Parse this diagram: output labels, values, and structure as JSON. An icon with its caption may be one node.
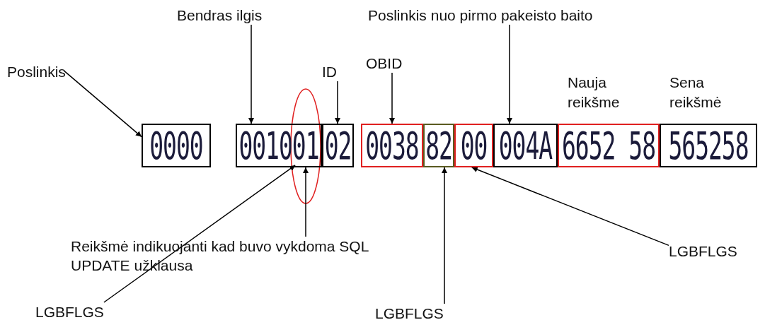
{
  "diagram": {
    "nodes": [
      {
        "text": [
          "Poslinkis"
        ]
      },
      {
        "text": [
          "Bendras ilgis"
        ]
      },
      {
        "text": [
          "Poslinkis nuo pirmo pakeisto baito"
        ]
      },
      {
        "text": [
          "ID"
        ]
      },
      {
        "text": [
          "OBID"
        ]
      },
      {
        "text": [
          "0000"
        ]
      },
      {
        "text": [
          "0010",
          "01"
        ]
      },
      {
        "text": [
          "02"
        ]
      },
      {
        "text": [
          "0038"
        ]
      },
      {
        "text": [
          "82"
        ]
      },
      {
        "text": [
          "00"
        ]
      },
      {
        "text": [
          "004A"
        ]
      },
      {
        "text": [
          "Nauja reikšme",
          "6652 58"
        ]
      },
      {
        "text": [
          "Sena reikšmė",
          "565258"
        ]
      },
      {
        "text": [
          "Reikšmė indikuojanti kad buvo vykdoma SQL UPDATE užklausa"
        ]
      },
      {
        "text": [
          "LGBFLGS"
        ]
      },
      {
        "text": [
          "LGBFLGS"
        ]
      },
      {
        "text": [
          "LGBFLGS"
        ]
      }
    ],
    "edges": [
      {
        "from": 0,
        "to": 5,
        "arrow": "to"
      },
      {
        "from": 1,
        "to": 6,
        "arrow": "to"
      },
      {
        "from": 2,
        "to": 11,
        "arrow": "to"
      },
      {
        "from": 3,
        "to": 7,
        "arrow": "to"
      },
      {
        "from": 4,
        "to": 8,
        "arrow": "to"
      },
      {
        "from": 14,
        "to": 6,
        "arrow": "to"
      },
      {
        "from": 15,
        "to": 6,
        "arrow": "to"
      },
      {
        "from": 16,
        "to": 9,
        "arrow": "to"
      },
      {
        "from": 17,
        "to": 10,
        "arrow": "to"
      }
    ]
  }
}
